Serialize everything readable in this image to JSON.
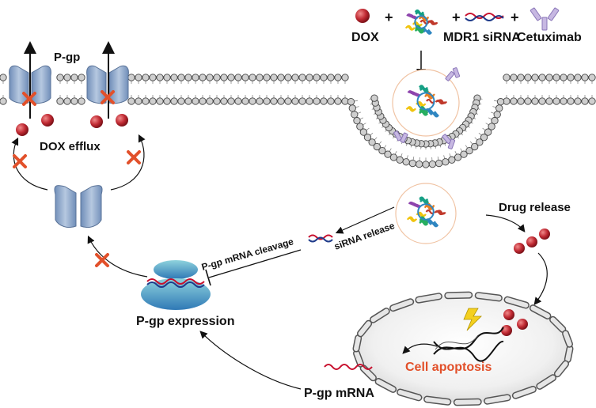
{
  "legend": {
    "dox": "DOX",
    "mdr1_sirna": "MDR1 siRNA",
    "cetuximab": "Cetuximab",
    "plus": "+"
  },
  "labels": {
    "pgp": "P-gp",
    "dox_efflux": "DOX efflux",
    "drug_release": "Drug release",
    "sirna_release": "siRNA release",
    "pgp_mrna_cleavage": "P-gp mRNA  cleavage",
    "pgp_expression": "P-gp expression",
    "pgp_mrna": "P-gp mRNA",
    "cell_apoptosis": "Cell apoptosis"
  },
  "colors": {
    "dox": "#b3202c",
    "pgp": "#8fa9cc",
    "membrane_head": "#cfcfcf",
    "inhibit_mark": "#e2502a",
    "apoptosis_text": "#e2502a",
    "cetuximab": "#b8a6d6",
    "nucleus": "#ececec"
  }
}
